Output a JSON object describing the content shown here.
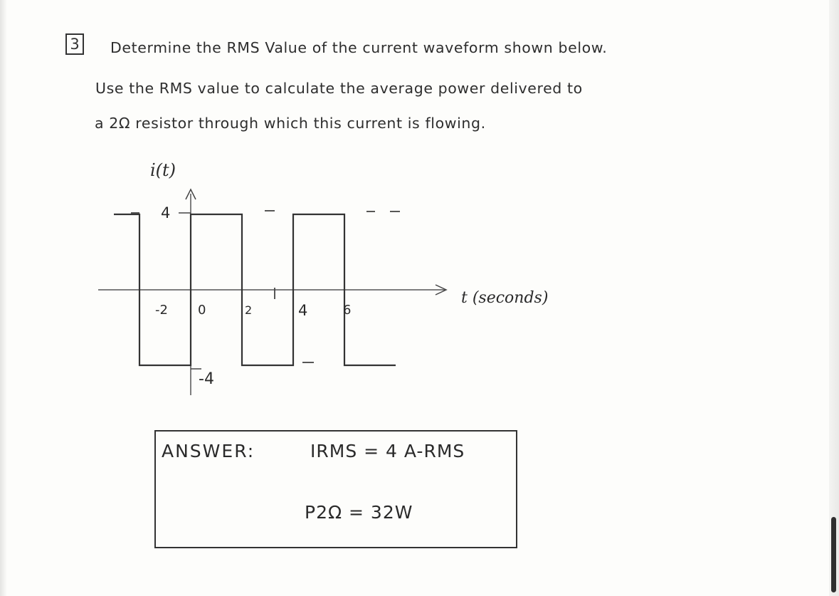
{
  "problem": {
    "number": "3",
    "line1": "Determine the RMS Value of the current waveform shown below.",
    "line2": "Use the RMS value to calculate the average power delivered to",
    "line3": "a 2Ω resistor through which this current is flowing."
  },
  "chart_data": {
    "type": "line",
    "ylabel": "i(t)",
    "xlabel": "t (seconds)",
    "x_ticks": [
      "-2",
      "0",
      "2",
      "4",
      "6"
    ],
    "y_ticks": [
      "4",
      "-4"
    ],
    "x": [
      -3,
      -2,
      -2,
      0,
      0,
      2,
      2,
      4,
      4,
      6,
      6,
      8
    ],
    "y": [
      4,
      4,
      -4,
      -4,
      4,
      4,
      -4,
      -4,
      4,
      4,
      -4,
      -4
    ],
    "period": 4,
    "amplitude": 4,
    "continues": "both directions (dashed)"
  },
  "answer": {
    "label": "ANSWER:",
    "irms": "IRMS = 4 A-RMS",
    "power": "P2Ω = 32W"
  }
}
